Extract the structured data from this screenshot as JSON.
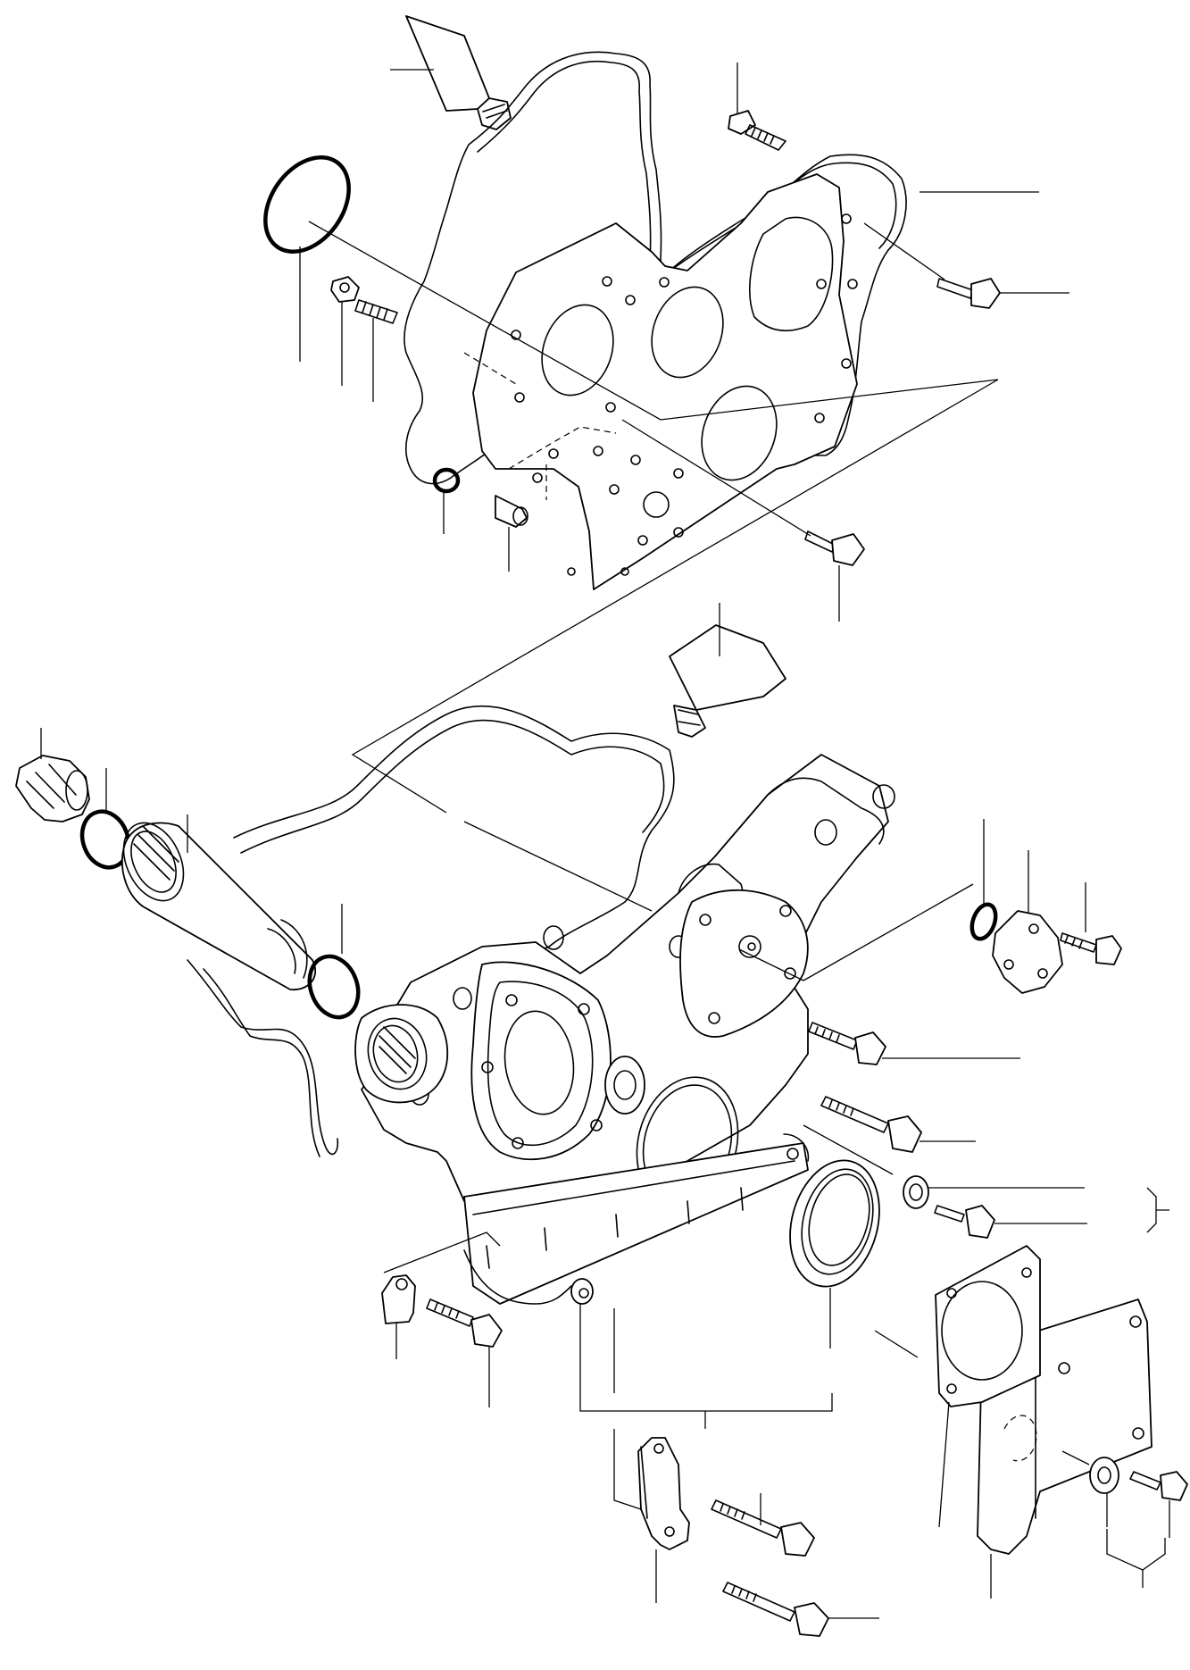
{
  "diagram": {
    "description_type": "exploded-parts-view",
    "stroke_color": "#000000",
    "background_color": "#ffffff",
    "parts": [
      {
        "id": "sealant-tube-upper",
        "icon": "tube-icon"
      },
      {
        "id": "o-ring-large-upper",
        "icon": "ring-icon"
      },
      {
        "id": "gasket-front-plate",
        "icon": "gasket-icon"
      },
      {
        "id": "front-plate",
        "icon": "plate-icon"
      },
      {
        "id": "bolt-plate-top",
        "icon": "bolt-icon"
      },
      {
        "id": "bolt-plate-right",
        "icon": "bolt-icon"
      },
      {
        "id": "bolt-plate-lower",
        "icon": "bolt-icon"
      },
      {
        "id": "nut-upper-left",
        "icon": "nut-icon"
      },
      {
        "id": "stud-upper-left",
        "icon": "stud-icon"
      },
      {
        "id": "o-ring-small-upper",
        "icon": "ring-icon"
      },
      {
        "id": "dowel-pin",
        "icon": "pin-icon"
      },
      {
        "id": "sealant-tube-lower",
        "icon": "tube-icon"
      },
      {
        "id": "gasket-timing-cover",
        "icon": "gasket-icon"
      },
      {
        "id": "filler-cap",
        "icon": "cap-icon"
      },
      {
        "id": "o-ring-filler",
        "icon": "ring-icon"
      },
      {
        "id": "filler-tube",
        "icon": "tube-icon"
      },
      {
        "id": "o-ring-filler-tube",
        "icon": "ring-icon"
      },
      {
        "id": "timing-gear-case",
        "icon": "housing-icon"
      },
      {
        "id": "o-ring-cover-plate",
        "icon": "ring-icon"
      },
      {
        "id": "cover-plate",
        "icon": "plate-icon"
      },
      {
        "id": "bolt-cover-plate",
        "icon": "bolt-icon"
      },
      {
        "id": "bolt-case-long-1",
        "icon": "bolt-icon"
      },
      {
        "id": "bolt-case-long-2",
        "icon": "bolt-icon"
      },
      {
        "id": "washer-right",
        "icon": "washer-icon"
      },
      {
        "id": "bolt-right",
        "icon": "bolt-icon"
      },
      {
        "id": "oil-seal",
        "icon": "seal-icon"
      },
      {
        "id": "clip-left",
        "icon": "clip-icon"
      },
      {
        "id": "bolt-clip-left",
        "icon": "bolt-icon"
      },
      {
        "id": "mounting-bracket-right",
        "icon": "bracket-icon"
      },
      {
        "id": "gasket-bracket-right",
        "icon": "gasket-icon"
      },
      {
        "id": "washer-bracket-right",
        "icon": "washer-icon"
      },
      {
        "id": "bolt-bracket-right",
        "icon": "bolt-icon"
      },
      {
        "id": "bracket-lower",
        "icon": "bracket-icon"
      },
      {
        "id": "bolt-bracket-lower-1",
        "icon": "bolt-icon"
      },
      {
        "id": "bolt-bracket-lower-2",
        "icon": "bolt-icon"
      }
    ]
  }
}
